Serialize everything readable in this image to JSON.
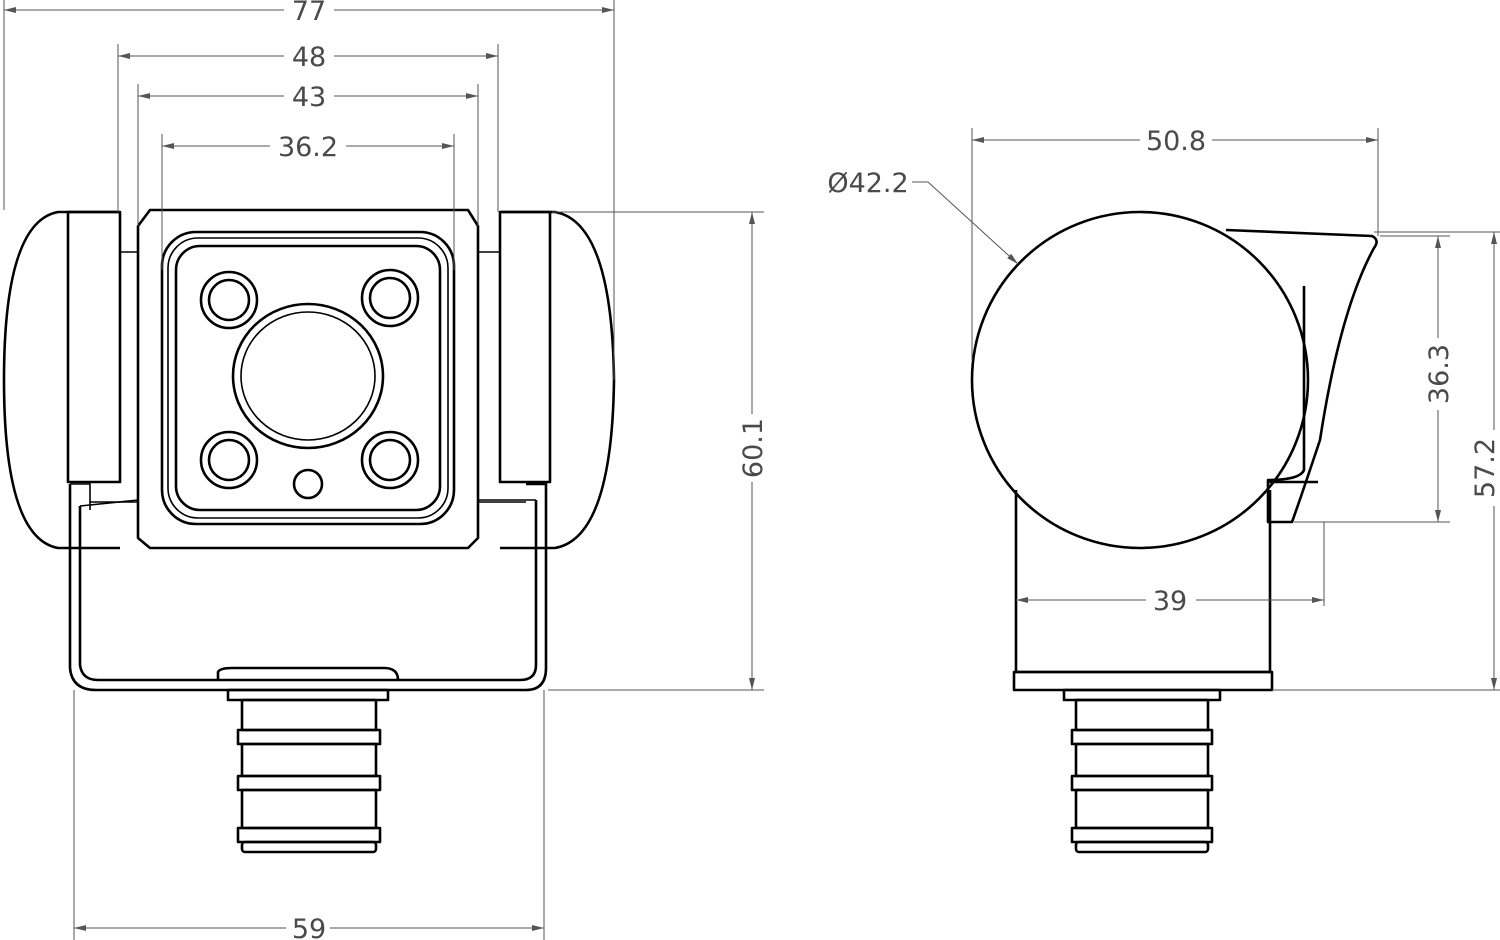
{
  "front_view": {
    "dim_overall_width": "77",
    "dim_shield_width": "48",
    "dim_housing_width": "43",
    "dim_lens_window": "36.2",
    "dim_height": "60.1",
    "dim_bracket_width": "59"
  },
  "side_view": {
    "dim_depth": "50.8",
    "dim_ball_diameter": "Ø42.2",
    "dim_visor_height": "36.3",
    "dim_total_height": "57.2",
    "dim_base_width": "39"
  }
}
